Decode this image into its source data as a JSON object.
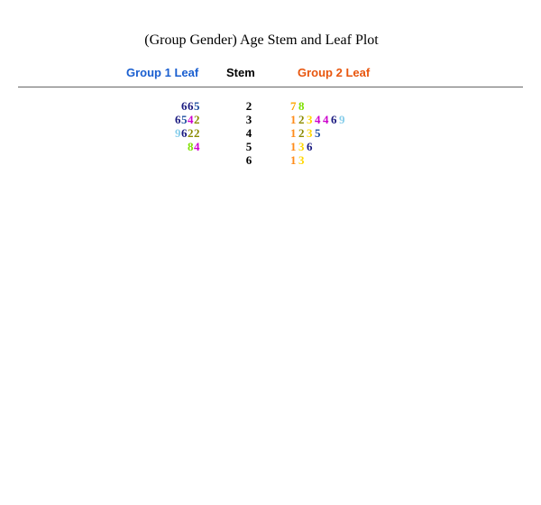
{
  "title": "(Group Gender) Age Stem and Leaf Plot",
  "headers": {
    "left": "Group 1 Leaf",
    "stem": "Stem",
    "right": "Group 2 Leaf"
  },
  "colors": {
    "left_header": "#1a5fd0",
    "stem_header": "#000000",
    "right_header": "#e8560e",
    "rule": "#666666"
  },
  "digit_colors": {
    "1": "#ff8c1a",
    "2": "#8b8b00",
    "3": "#ffd700",
    "4": "#cc00cc",
    "5": "#1f4fa0",
    "6": "#1a1a80",
    "7": "#ffa500",
    "8": "#7fe000",
    "9": "#87ceeb"
  },
  "chart_data": {
    "type": "table",
    "title": "(Group Gender) Age Stem and Leaf Plot",
    "rows": [
      {
        "stem": "2",
        "left_leaves": "665",
        "right_leaves": "78"
      },
      {
        "stem": "3",
        "left_leaves": "6542",
        "right_leaves": "1234469"
      },
      {
        "stem": "4",
        "left_leaves": "9622",
        "right_leaves": "1235"
      },
      {
        "stem": "5",
        "left_leaves": "84",
        "right_leaves": "136"
      },
      {
        "stem": "6",
        "left_leaves": "",
        "right_leaves": "13"
      }
    ]
  }
}
